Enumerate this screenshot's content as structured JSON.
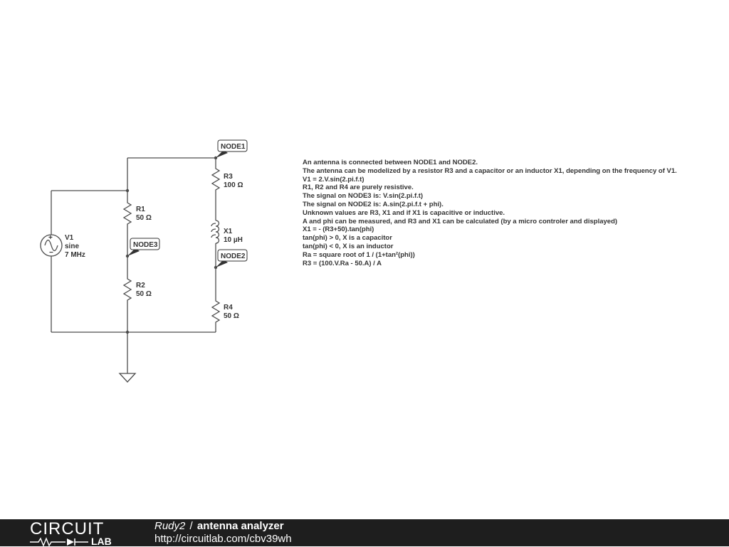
{
  "components": {
    "v1": {
      "name": "V1",
      "type": "sine",
      "value": "7 MHz"
    },
    "r1": {
      "name": "R1",
      "value": "50 Ω"
    },
    "r2": {
      "name": "R2",
      "value": "50 Ω"
    },
    "r3": {
      "name": "R3",
      "value": "100 Ω"
    },
    "r4": {
      "name": "R4",
      "value": "50 Ω"
    },
    "x1": {
      "name": "X1",
      "value": "10 µH"
    }
  },
  "nodes": {
    "node1": "NODE1",
    "node2": "NODE2",
    "node3": "NODE3"
  },
  "notes": [
    "An antenna is connected between NODE1 and NODE2.",
    "The antenna can be modelized by a resistor R3 and a capacitor or an inductor X1, depending on the frequency of V1.",
    "V1 = 2.V.sin(2.pi.f.t)",
    "R1, R2 and R4 are purely resistive.",
    "The signal on NODE3 is: V.sin(2.pi.f.t)",
    "The signal on NODE2 is: A.sin(2.pi.f.t + phi).",
    "Unknown values are R3, X1 and if X1 is capacitive or inductive.",
    "A and phi can be measured, and R3 and X1 can be calculated (by a micro controler and displayed)",
    "X1 = - (R3+50).tan(phi)",
    "tan(phi) > 0, X is a capacitor",
    "tan(phi) < 0, X is an inductor",
    "Ra = square root of 1 / (1+tan²(phi))",
    "R3 = (100.V.Ra - 50.A) / A"
  ],
  "footer": {
    "logo_word_1": "CIRCUIT",
    "logo_word_2": "LAB",
    "author": "Rudy2",
    "separator": "/",
    "title": "antenna analyzer",
    "url": "http://circuitlab.com/cbv39wh"
  }
}
